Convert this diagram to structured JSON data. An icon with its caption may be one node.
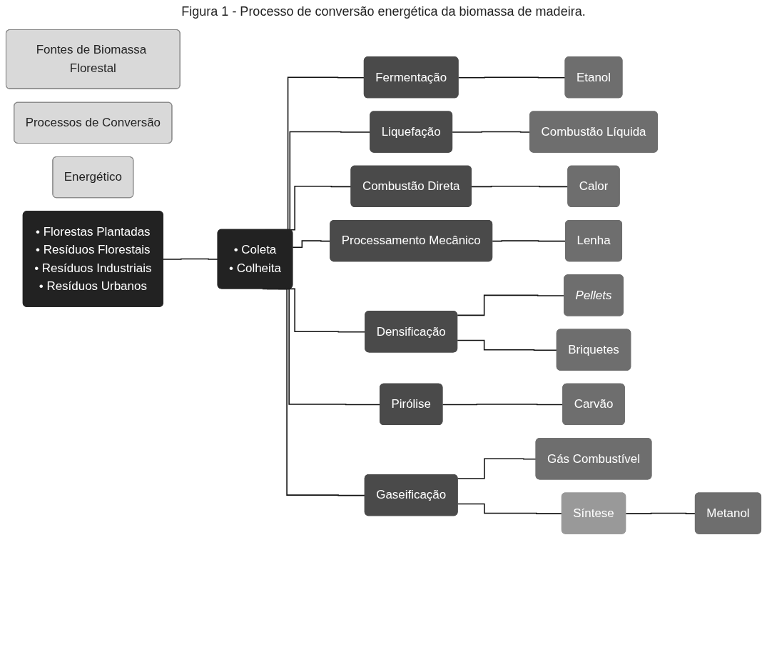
{
  "diagram": {
    "title": "Figura 1 - Processo de conversão energética da biomassa de madeira.",
    "nodes": [
      {
        "text": [
          "Fontes de Biomassa Florestal"
        ]
      },
      {
        "text": [
          "Processos de Conversão"
        ]
      },
      {
        "text": [
          "Energético"
        ]
      },
      {
        "text": [
          "• Florestas Plantadas",
          "• Resíduos Florestais",
          "• Resíduos Industriais",
          "• Resíduos Urbanos"
        ]
      },
      {
        "text": [
          "• Coleta",
          "• Colheita"
        ]
      },
      {
        "text": [
          "Fermentação"
        ]
      },
      {
        "text": [
          "Liquefação"
        ]
      },
      {
        "text": [
          "Combustão Direta"
        ]
      },
      {
        "text": [
          "Processamento Mecânico"
        ]
      },
      {
        "text": [
          "Densificação"
        ]
      },
      {
        "text": [
          "Pirólise"
        ]
      },
      {
        "text": [
          "Gaseificação"
        ]
      },
      {
        "text": [
          "Etanol"
        ]
      },
      {
        "text": [
          "Combustão Líquida"
        ]
      },
      {
        "text": [
          "Calor"
        ]
      },
      {
        "text": [
          "Lenha"
        ]
      },
      {
        "text": [
          "Pellets"
        ]
      },
      {
        "text": [
          "Briquetes"
        ]
      },
      {
        "text": [
          "Carvão"
        ]
      },
      {
        "text": [
          "Gás Combustível"
        ]
      },
      {
        "text": [
          "Síntese"
        ]
      },
      {
        "text": [
          "Metanol"
        ]
      }
    ],
    "edges": [
      {
        "from": 3,
        "to": 4,
        "arrow": "none"
      },
      {
        "from": 4,
        "to": 5,
        "arrow": "none"
      },
      {
        "from": 4,
        "to": 6,
        "arrow": "none"
      },
      {
        "from": 4,
        "to": 7,
        "arrow": "none"
      },
      {
        "from": 4,
        "to": 8,
        "arrow": "none"
      },
      {
        "from": 4,
        "to": 9,
        "arrow": "none"
      },
      {
        "from": 4,
        "to": 10,
        "arrow": "none"
      },
      {
        "from": 4,
        "to": 11,
        "arrow": "none"
      },
      {
        "from": 5,
        "to": 12,
        "arrow": "none"
      },
      {
        "from": 6,
        "to": 13,
        "arrow": "none"
      },
      {
        "from": 7,
        "to": 14,
        "arrow": "none"
      },
      {
        "from": 8,
        "to": 15,
        "arrow": "none"
      },
      {
        "from": 9,
        "to": 16,
        "arrow": "none"
      },
      {
        "from": 9,
        "to": 17,
        "arrow": "none"
      },
      {
        "from": 10,
        "to": 18,
        "arrow": "none"
      },
      {
        "from": 11,
        "to": 19,
        "arrow": "none"
      },
      {
        "from": 11,
        "to": 20,
        "arrow": "none"
      },
      {
        "from": 20,
        "to": 21,
        "arrow": "none"
      }
    ]
  }
}
